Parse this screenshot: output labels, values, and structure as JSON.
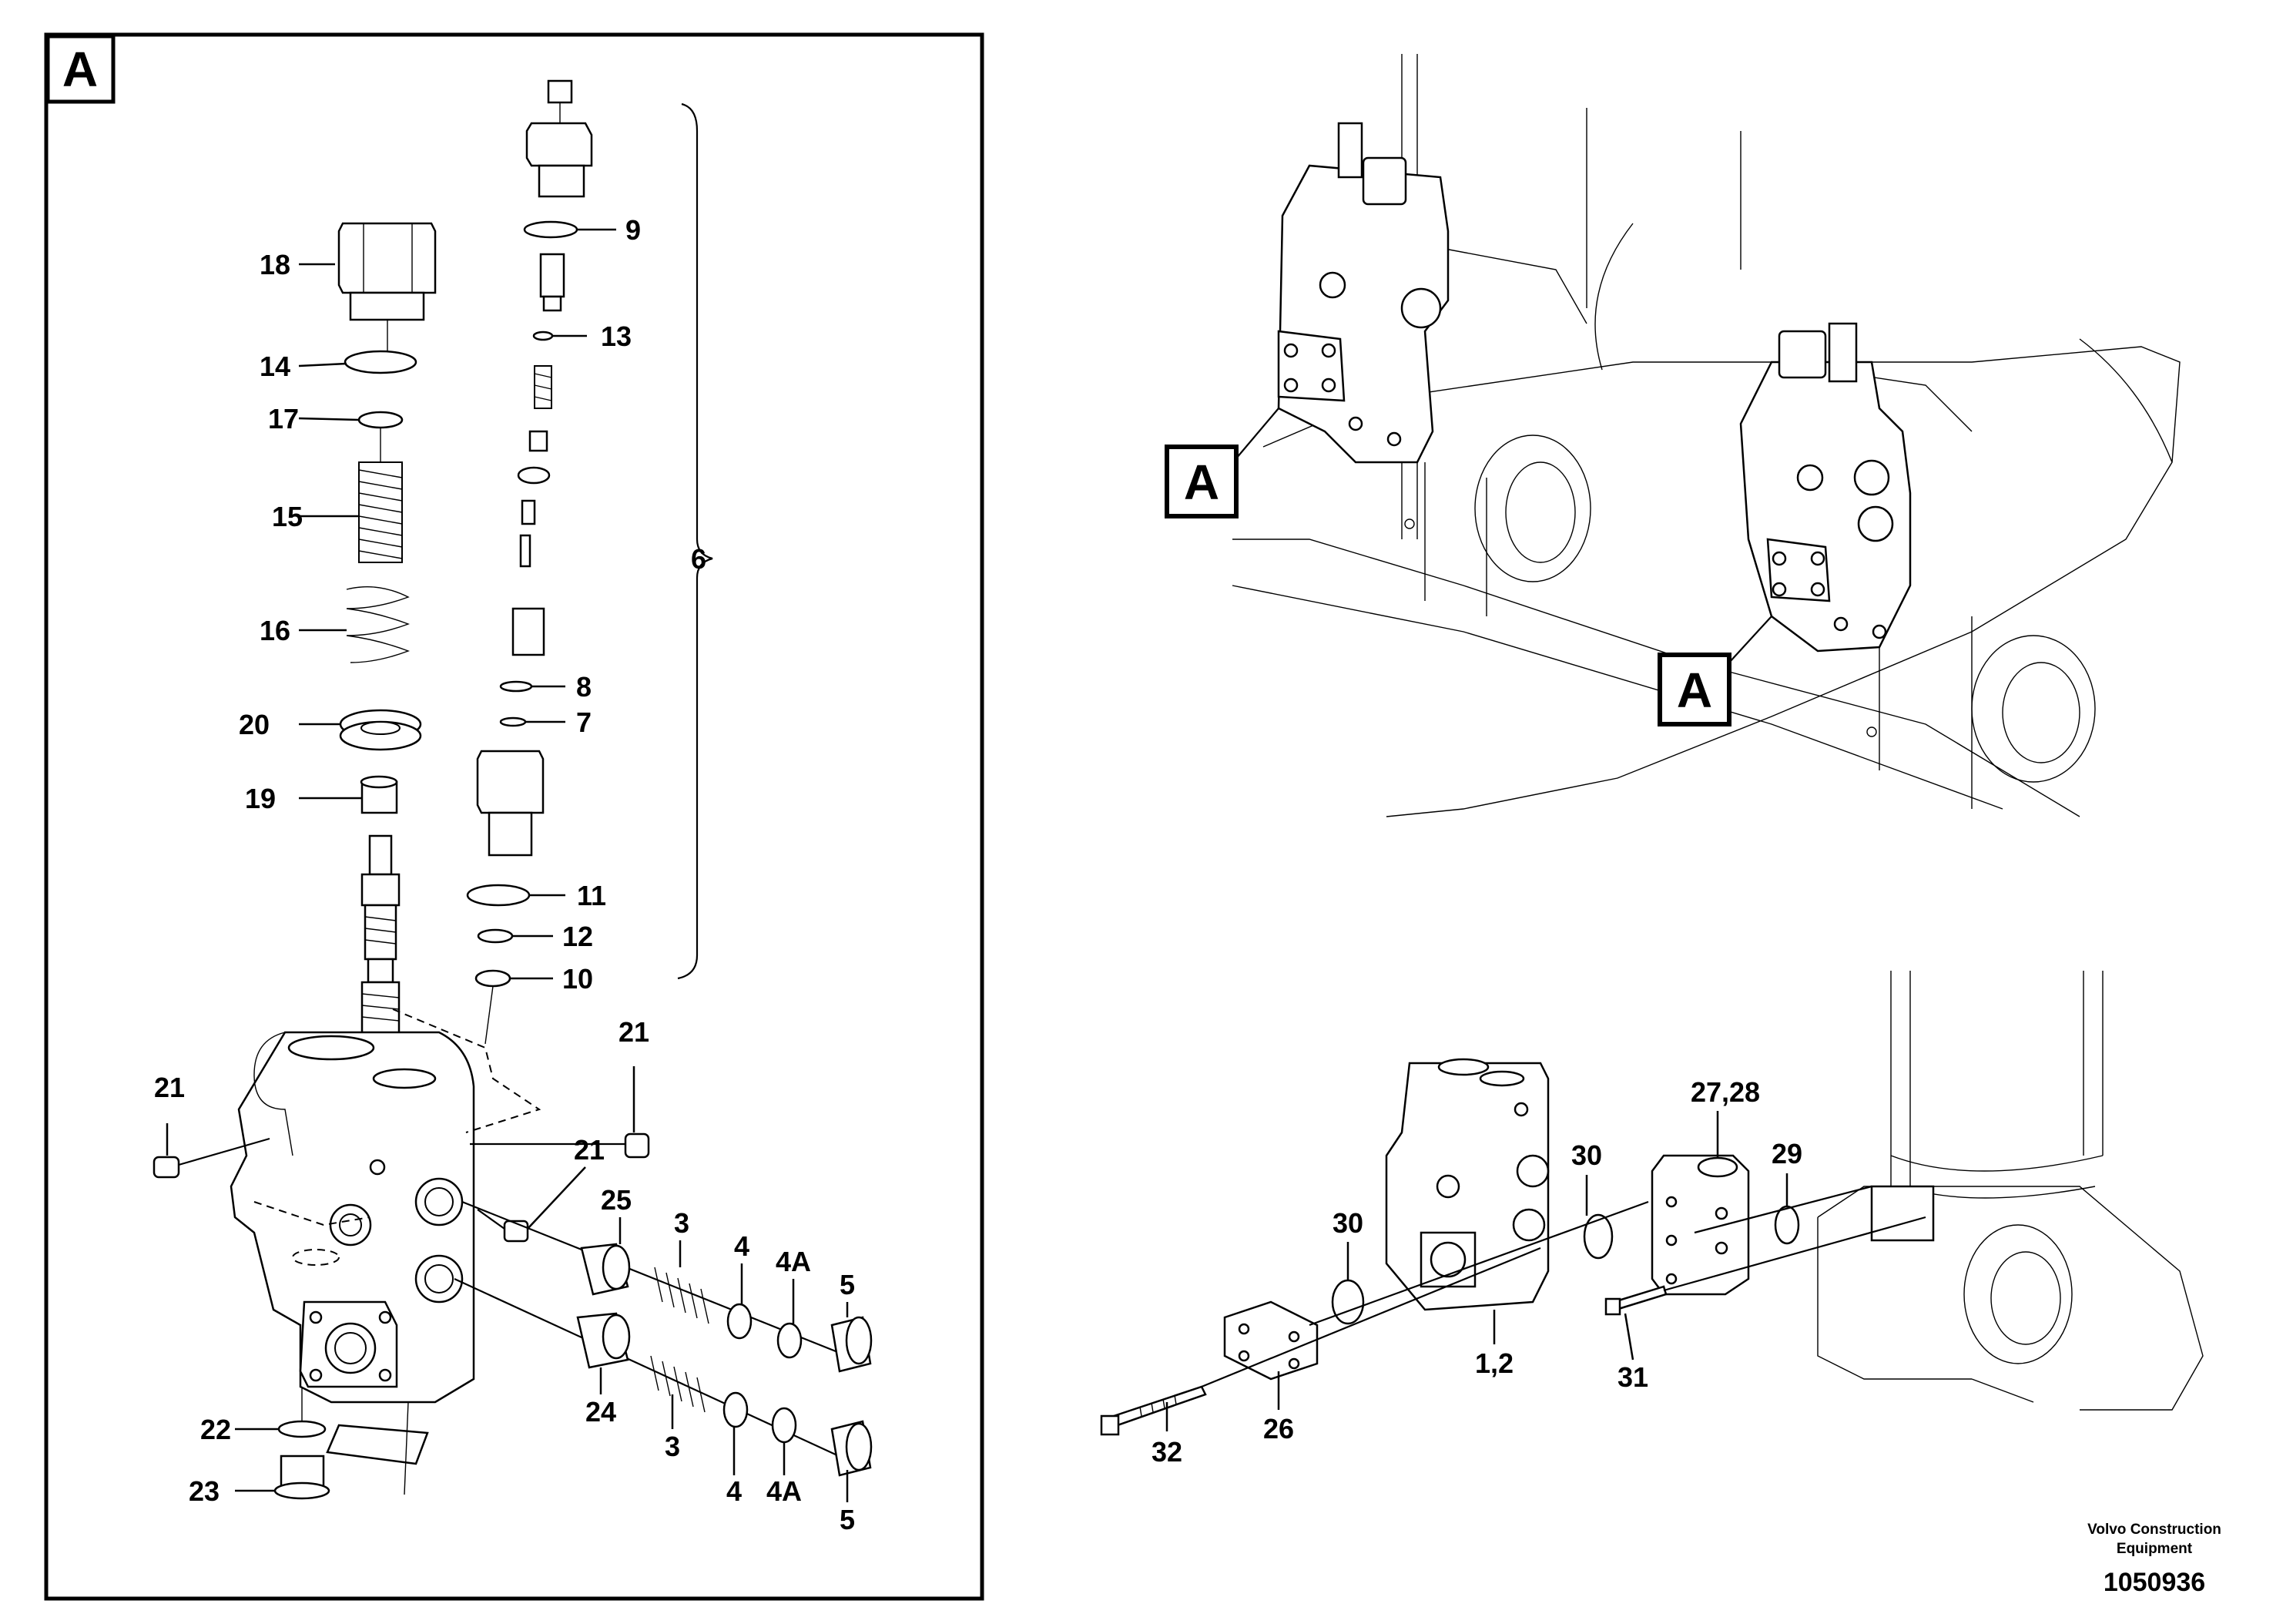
{
  "panel_tag": "A",
  "callouts": {
    "left": [
      "18",
      "14",
      "17",
      "15",
      "16",
      "20",
      "19",
      "21",
      "21",
      "21",
      "25",
      "3",
      "4",
      "4A",
      "5",
      "24",
      "3",
      "4",
      "4A",
      "5",
      "22",
      "23"
    ],
    "column": [
      "9",
      "13",
      "8",
      "7",
      "11",
      "12",
      "10"
    ],
    "brace": "6",
    "bottom_right": [
      "30",
      "30",
      "27,28",
      "29",
      "1,2",
      "31",
      "26",
      "32"
    ],
    "location_tags": [
      "A",
      "A"
    ]
  },
  "credit": {
    "line1": "Volvo Construction",
    "line2": "Equipment"
  },
  "reference_number": "1050936"
}
